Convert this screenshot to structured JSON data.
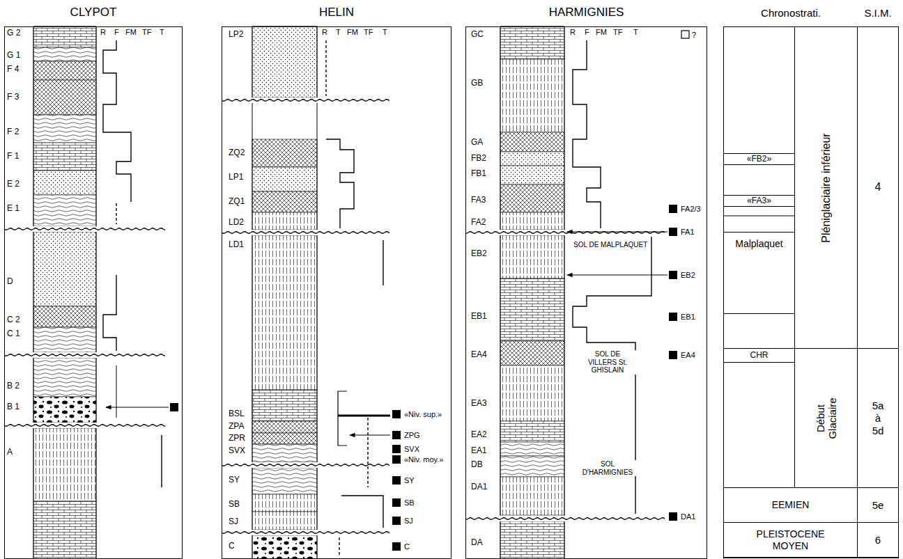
{
  "diagram": {
    "nodes": [
      {
        "text": [
          "CLYPOT"
        ]
      },
      {
        "text": [
          "HELIN"
        ]
      },
      {
        "text": [
          "HARMIGNIES"
        ]
      },
      {
        "text": [
          "Chronostrati.",
          "S.I.M."
        ]
      },
      {
        "text": [
          "«FB2»"
        ],
        "in": 3
      },
      {
        "text": [
          "«FA3»"
        ],
        "in": 3
      },
      {
        "text": [
          "Malplaquet"
        ],
        "in": 3
      },
      {
        "text": [
          "Pléniglaciaire inférieur"
        ],
        "in": 3
      },
      {
        "text": [
          "4"
        ],
        "in": 3
      },
      {
        "text": [
          "CHR"
        ],
        "in": 3
      },
      {
        "text": [
          "Début Glaciaire"
        ],
        "in": 3
      },
      {
        "text": [
          "5a à 5d"
        ],
        "in": 3
      },
      {
        "text": [
          "EEMIEN"
        ],
        "in": 3
      },
      {
        "text": [
          "5e"
        ],
        "in": 3
      },
      {
        "text": [
          "PLEISTOCENE MOYEN"
        ],
        "in": 3
      },
      {
        "text": [
          "6"
        ],
        "in": 3
      }
    ],
    "labels": [
      "G 2",
      "G 1",
      "F 4",
      "F 3",
      "F 2",
      "F 1",
      "E 2",
      "E 1",
      "D",
      "C 2",
      "C 1",
      "B 2",
      "B 1",
      "A",
      "R",
      "F",
      "FM",
      "TF",
      "T",
      "LP2",
      "ZQ2",
      "LP1",
      "ZQ1",
      "LD2",
      "LD1",
      "BSL",
      "ZPA",
      "ZPR",
      "SVX",
      "SY",
      "SB",
      "SJ",
      "C",
      "R",
      "T",
      "FM",
      "TF",
      "T",
      "«Niv. sup.»",
      "ZPG",
      "SVX",
      "«Niv. moy.»",
      "SY",
      "SB",
      "SJ",
      "C",
      "GC",
      "GB",
      "GA",
      "FB2",
      "FB1",
      "FA3",
      "FA2",
      "EB2",
      "EB1",
      "EA4",
      "EA3",
      "EA2",
      "EA1",
      "DB",
      "DA1",
      "DA",
      "R",
      "F",
      "FM",
      "TF",
      "T",
      "?",
      "FA2/3",
      "FA1",
      "EB2",
      "EB1",
      "EA4",
      "DA1",
      "SOL DE MALPLAQUET",
      "SOL DE VILLERS St. GHISLAIN",
      "SOL D'HARMIGNIES"
    ]
  }
}
